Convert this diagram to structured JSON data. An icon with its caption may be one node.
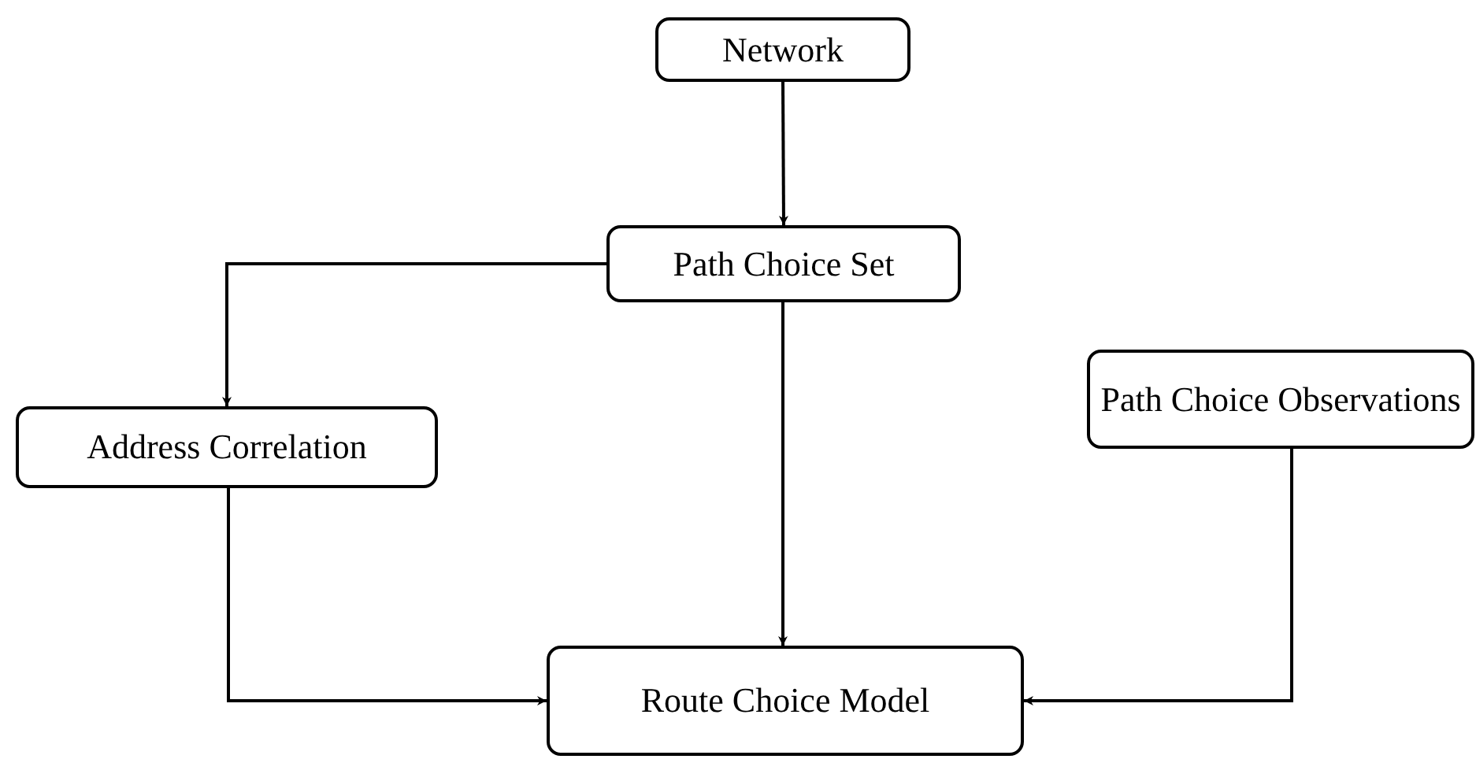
{
  "diagram": {
    "nodes": [
      {
        "text": [
          "Network"
        ]
      },
      {
        "text": [
          "Path Choice Set"
        ]
      },
      {
        "text": [
          "Address Correlation"
        ]
      },
      {
        "text": [
          "Path Choice Observations"
        ]
      },
      {
        "text": [
          "Route Choice Model"
        ]
      }
    ],
    "edges": [
      {
        "from": 0,
        "to": 1,
        "arrow": "to"
      },
      {
        "from": 1,
        "to": 2,
        "arrow": "to"
      },
      {
        "from": 1,
        "to": 4,
        "arrow": "to"
      },
      {
        "from": 2,
        "to": 4,
        "arrow": "to"
      },
      {
        "from": 3,
        "to": 4,
        "arrow": "to"
      }
    ]
  }
}
